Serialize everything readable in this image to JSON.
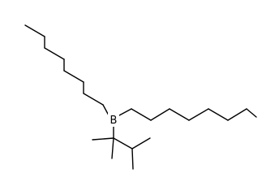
{
  "molecule": {
    "atoms": [
      {
        "id": "boron",
        "symbol": "B"
      }
    ],
    "bonds": [
      {
        "name": "chain-a-bond-1"
      },
      {
        "name": "chain-a-bond-2"
      },
      {
        "name": "chain-a-bond-3"
      },
      {
        "name": "chain-a-bond-4"
      },
      {
        "name": "chain-a-bond-5"
      },
      {
        "name": "chain-a-bond-6"
      },
      {
        "name": "chain-a-bond-7"
      },
      {
        "name": "chain-a-to-boron-bond"
      },
      {
        "name": "boron-to-chain-b-bond"
      },
      {
        "name": "chain-b-bond-1"
      },
      {
        "name": "chain-b-bond-2"
      },
      {
        "name": "chain-b-bond-3"
      },
      {
        "name": "chain-b-bond-4"
      },
      {
        "name": "chain-b-bond-5"
      },
      {
        "name": "chain-b-bond-6"
      },
      {
        "name": "chain-b-bond-7"
      },
      {
        "name": "boron-to-quaternary-carbon-bond"
      },
      {
        "name": "quaternary-methyl-left-bond"
      },
      {
        "name": "quaternary-methyl-down-bond"
      },
      {
        "name": "quaternary-to-methine-bond"
      },
      {
        "name": "methine-methyl-up-bond"
      },
      {
        "name": "methine-methyl-down-bond"
      }
    ]
  }
}
